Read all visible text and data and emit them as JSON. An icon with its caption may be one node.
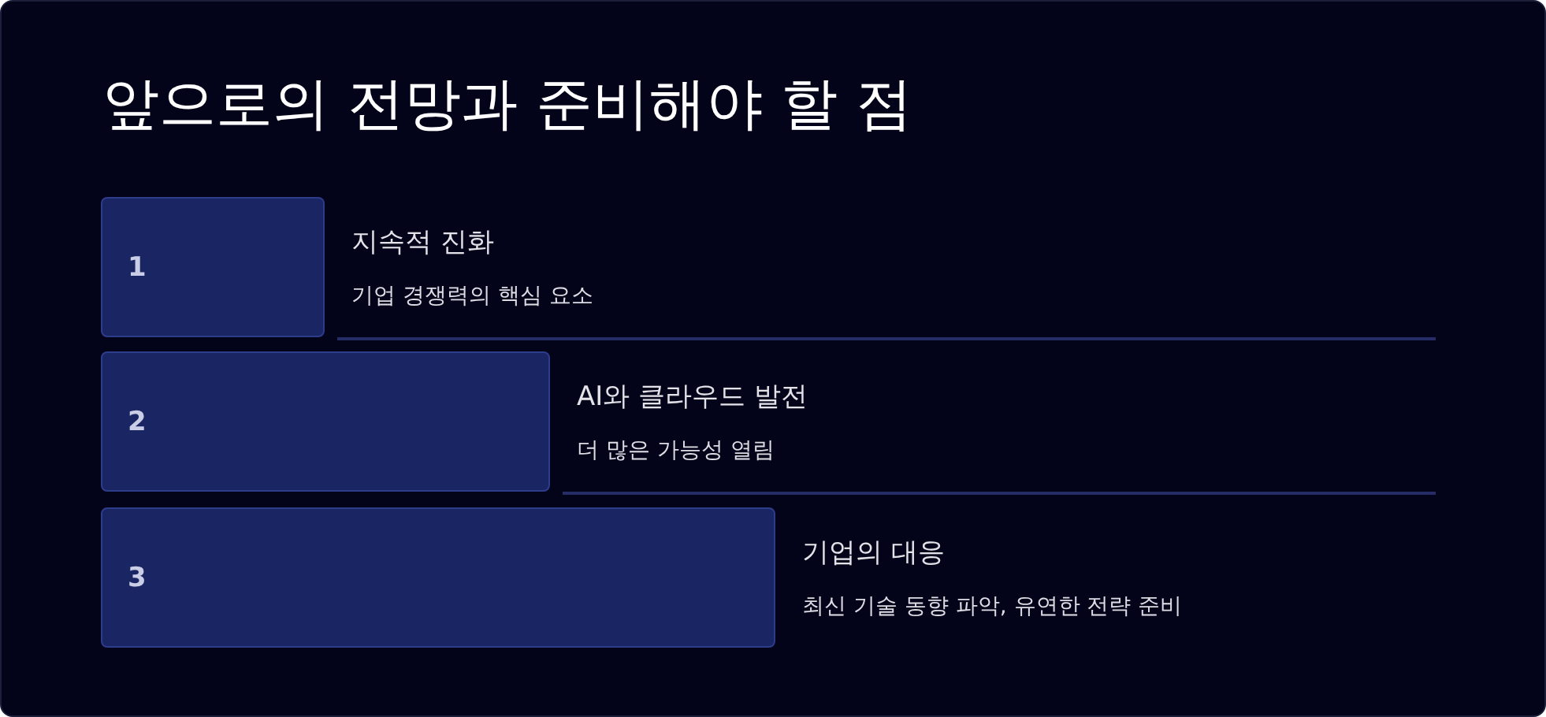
{
  "diagram": {
    "title": "앞으로의 전망과 준비해야 할 점",
    "nodes": [
      {
        "text": [
          "1"
        ],
        "beside": [
          "지속적 진화",
          "기업 경쟁력의 핵심 요소"
        ]
      },
      {
        "text": [
          "2"
        ],
        "beside": [
          "AI와 클라우드 발전",
          "더 많은 가능성 열림"
        ]
      },
      {
        "text": [
          "3"
        ],
        "beside": [
          "기업의 대응",
          "최신 기술 동향 파악, 유연한 전략 준비"
        ]
      }
    ]
  }
}
